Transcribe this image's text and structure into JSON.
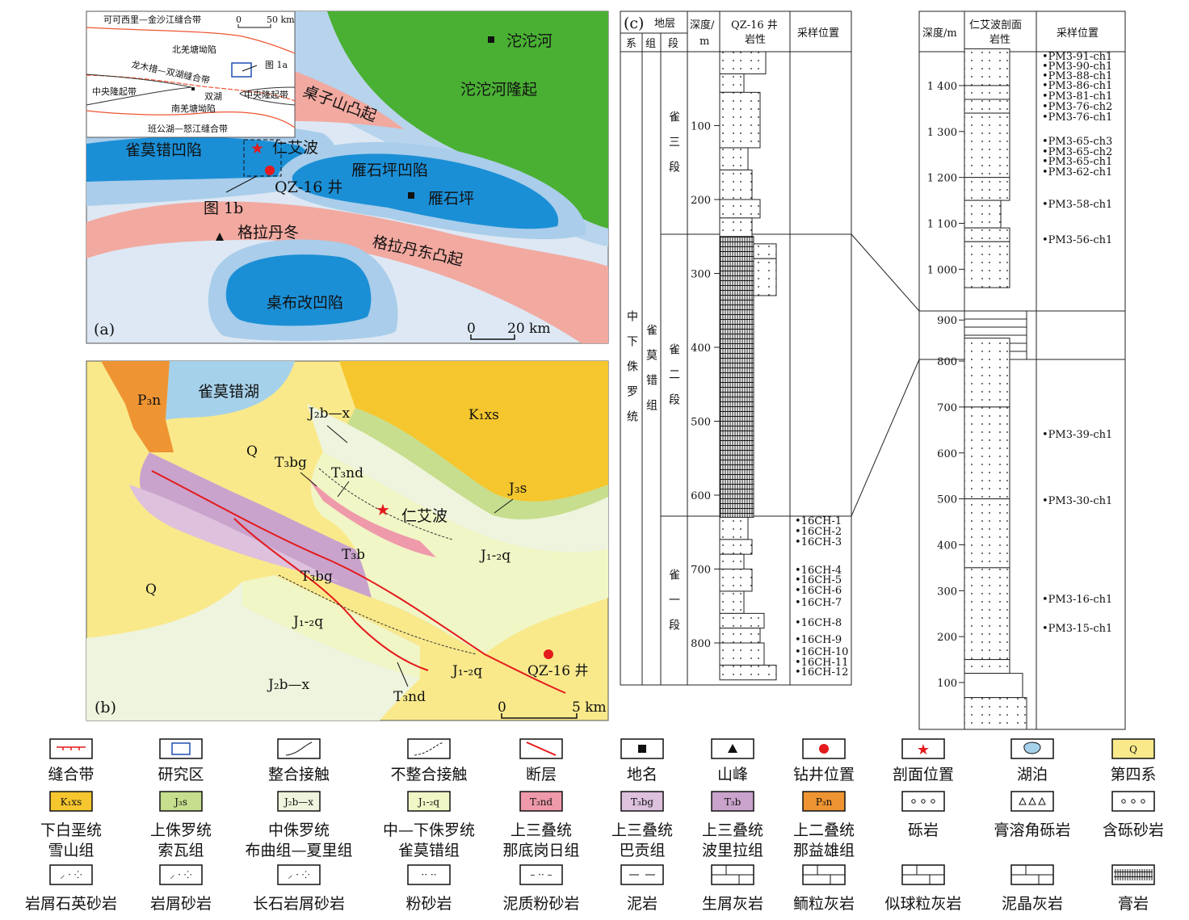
{
  "panel_a": {
    "label": "(a)",
    "inset": {
      "suture_top": "可可西里—金沙江缝合带",
      "scale": [
        "0",
        "50 km"
      ],
      "north_depression": "北羌塘坳陷",
      "fig_ref": "图 1a",
      "suture_mid": "龙木措—双湖缝合带",
      "central_uplift_left": "中央隆起带",
      "central_uplift_right": "中央隆起带",
      "shuanghu": "双湖",
      "south_depression": "南羌塘坳陷",
      "suture_bottom": "班公湖—怒江缝合带"
    },
    "tuotuohe": "沱沱河",
    "tuotuohe_uplift": "沱沱河隆起",
    "zhuozishan": "桌子山凸起",
    "queMoCuo_depression": "雀莫错凹陷",
    "renaibo": "仁艾波",
    "well": "QZ-16 井",
    "yanshiping_depression": "雁石坪凹陷",
    "yanshiping": "雁石坪",
    "fig_ref": "图 1b",
    "geladandong": "格拉丹冬",
    "geladandong_uplift": "格拉丹东凸起",
    "zhuobugai_depression": "桌布改凹陷",
    "scale": [
      "0",
      "20 km"
    ]
  },
  "panel_b": {
    "label": "(b)",
    "P3n": "P₃n",
    "lake": "雀莫错湖",
    "K1xs": "K₁xs",
    "J2bx_top": "J₂b—x",
    "Q_top": "Q",
    "T3bg_top": "T₃bg",
    "T3nd_top": "T₃nd",
    "J3s": "J₃s",
    "renaibo": "仁艾波",
    "J12q_right": "J₁-₂q",
    "T3b": "T₃b",
    "Q_left": "Q",
    "T3bg_mid": "T₃bg",
    "J12q_left": "J₁-₂q",
    "J12q_low": "J₁-₂q",
    "well": "QZ-16 井",
    "J2bx_low": "J₂b—x",
    "T3nd_low": "T₃nd",
    "scale": [
      "0",
      "5 km"
    ]
  },
  "panel_c": {
    "label": "(c)",
    "headers": {
      "strata": "地层",
      "system": "系",
      "formation": "组",
      "member": "段",
      "depth": "深度/",
      "depth_unit": "m",
      "well_litho_1": "QZ-16 井",
      "well_litho_2": "岩性",
      "sample_pos": "采样位置",
      "depth_m": "深度/m",
      "section_litho_1": "仁艾波剖面",
      "section_litho_2": "岩性",
      "sample_pos_2": "采样位置"
    },
    "system": "中下侏罗统",
    "formation": "雀莫错组",
    "members": [
      "雀三段",
      "雀二段",
      "雀一段"
    ],
    "well_depths": [
      100,
      200,
      300,
      400,
      500,
      600,
      700,
      800
    ],
    "section_depths": [
      "1 400",
      "1 300",
      "1 200",
      "1 100",
      "1 000",
      "900",
      "800",
      "700",
      "600",
      "500",
      "400",
      "300",
      "200",
      "100"
    ],
    "well_samples": [
      "16CH-1",
      "16CH-2",
      "16CH-3",
      "16CH-4",
      "16CH-5",
      "16CH-6",
      "16CH-7",
      "16CH-8",
      "16CH-9",
      "16CH-10",
      "16CH-11",
      "16CH-12"
    ],
    "section_samples": [
      "PM3-91-ch1",
      "PM3-90-ch1",
      "PM3-88-ch1",
      "PM3-86-ch1",
      "PM3-81-ch1",
      "PM3-76-ch2",
      "PM3-76-ch1",
      "PM3-65-ch3",
      "PM3-65-ch2",
      "PM3-65-ch1",
      "PM3-62-ch1",
      "PM3-58-ch1",
      "PM3-56-ch1",
      "PM3-39-ch1",
      "PM3-30-ch1",
      "PM3-16-ch1",
      "PM3-15-ch1"
    ]
  },
  "legend": {
    "row1": [
      {
        "icon": "suture-icon",
        "label": "缝合带"
      },
      {
        "icon": "study-area-icon",
        "label": "研究区"
      },
      {
        "icon": "conformable-contact-icon",
        "label": "整合接触"
      },
      {
        "icon": "unconformity-icon",
        "label": "不整合接触"
      },
      {
        "icon": "fault-icon",
        "label": "断层"
      },
      {
        "icon": "place-name-icon",
        "label": "地名"
      },
      {
        "icon": "peak-icon",
        "label": "山峰"
      },
      {
        "icon": "drill-site-icon",
        "label": "钻井位置"
      },
      {
        "icon": "section-site-icon",
        "label": "剖面位置"
      },
      {
        "icon": "lake-icon",
        "label": "湖泊"
      },
      {
        "icon": "quaternary-icon",
        "code": "Q",
        "label": "第四系"
      }
    ],
    "row2": [
      {
        "code": "K₁xs",
        "color": "#f5c62e",
        "label1": "下白垩统",
        "label2": "雪山组"
      },
      {
        "code": "J₃s",
        "color": "#c6de8e",
        "label1": "上侏罗统",
        "label2": "索瓦组"
      },
      {
        "code": "J₂b—x",
        "color": "#eef4dd",
        "label1": "中侏罗统",
        "label2": "布曲组—夏里组"
      },
      {
        "code": "J₁-₂q",
        "color": "#f1f6c6",
        "label1": "中—下侏罗统",
        "label2": "雀莫错组"
      },
      {
        "code": "T₃nd",
        "color": "#ee9aaa",
        "label1": "上三叠统",
        "label2": "那底岗日组"
      },
      {
        "code": "T₃bg",
        "color": "#ddc1dd",
        "label1": "上三叠统",
        "label2": "巴贡组"
      },
      {
        "code": "T₃b",
        "color": "#c9a3cc",
        "label1": "上三叠统",
        "label2": "波里拉组"
      },
      {
        "code": "P₃n",
        "color": "#ee9433",
        "label1": "上二叠统",
        "label2": "那益雄组"
      },
      {
        "icon": "conglomerate-icon",
        "label1": "砾岩",
        "label2": ""
      },
      {
        "icon": "gypsum-breccia-icon",
        "label1": "膏溶角砾岩",
        "label2": ""
      },
      {
        "icon": "pebbly-sandstone-icon",
        "label1": "含砾砂岩",
        "label2": ""
      }
    ],
    "row3": [
      {
        "icon": "lithic-quartz-sandstone-icon",
        "label": "岩屑石英砂岩"
      },
      {
        "icon": "lithic-sandstone-icon",
        "label": "岩屑砂岩"
      },
      {
        "icon": "feldspathic-lithic-sandstone-icon",
        "label": "长石岩屑砂岩"
      },
      {
        "icon": "siltstone-icon",
        "label": "粉砂岩"
      },
      {
        "icon": "muddy-siltstone-icon",
        "label": "泥质粉砂岩"
      },
      {
        "icon": "mudstone-icon",
        "label": "泥岩"
      },
      {
        "icon": "bioclastic-limestone-icon",
        "label": "生屑灰岩"
      },
      {
        "icon": "oolitic-limestone-icon",
        "label": "鲕粒灰岩"
      },
      {
        "icon": "pelletoid-limestone-icon",
        "label": "似球粒灰岩"
      },
      {
        "icon": "micritic-limestone-icon",
        "label": "泥晶灰岩"
      },
      {
        "icon": "gypsum-icon",
        "label": "膏岩"
      }
    ]
  }
}
